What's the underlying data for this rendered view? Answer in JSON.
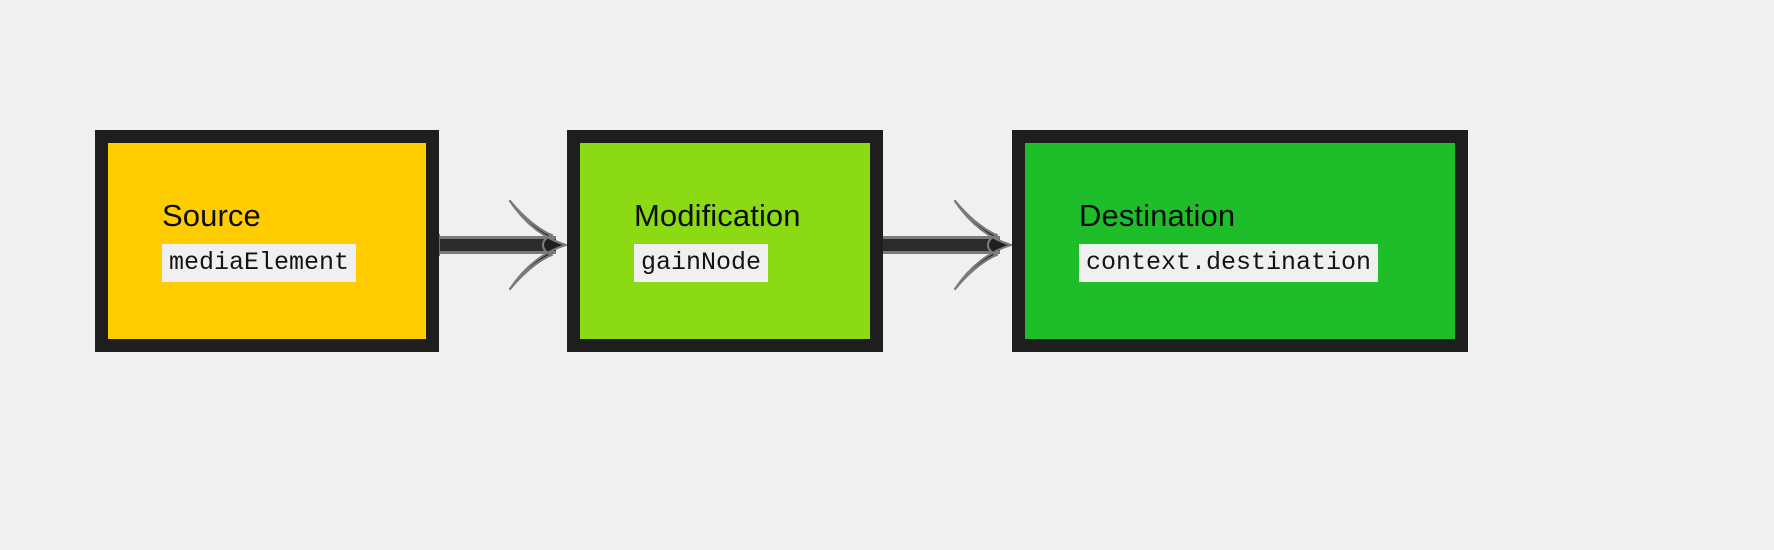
{
  "diagram": {
    "type": "flowchart",
    "direction": "left-to-right",
    "background_color": "#f0f0f0",
    "border_color": "#1e1e1e",
    "nodes": [
      {
        "id": "source",
        "title": "Source",
        "code": "mediaElement",
        "fill": "#ffcc00",
        "code_bg": "#f0f0f0"
      },
      {
        "id": "modification",
        "title": "Modification",
        "code": "gainNode",
        "fill": "#8cda14",
        "code_bg": "#f0f0f0"
      },
      {
        "id": "destination",
        "title": "Destination",
        "code": "context.destination",
        "fill": "#1ebe2a",
        "code_bg": "#f0f0f0"
      }
    ],
    "edges": [
      {
        "id": "edge-source-modification",
        "from": "source",
        "to": "modification",
        "label": "",
        "color": "#2b2b2b"
      },
      {
        "id": "edge-modification-destination",
        "from": "modification",
        "to": "destination",
        "label": "",
        "color": "#2b2b2b"
      }
    ]
  }
}
